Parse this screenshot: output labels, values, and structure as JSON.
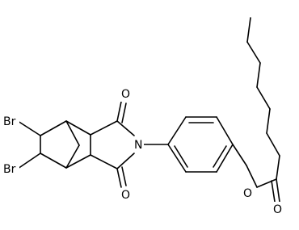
{
  "diagram": {
    "type": "chemical-structure",
    "atom_labels": {
      "br_top": "Br",
      "br_bottom": "Br",
      "imide_o_top": "O",
      "imide_o_bottom": "O",
      "imide_n": "N",
      "ester_o": "O",
      "carbonyl_o": "O"
    },
    "colors": {
      "bond": "#000000",
      "text": "#000000",
      "background": "#ffffff"
    }
  }
}
